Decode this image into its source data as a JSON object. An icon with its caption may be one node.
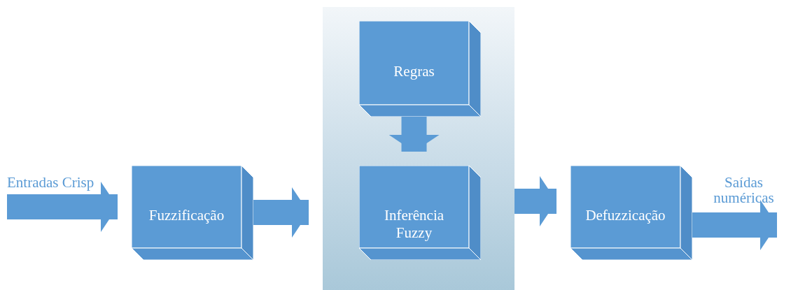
{
  "diagram": {
    "nodes": [
      {
        "text": [],
        "shape": "box"
      },
      {
        "text": [
          "Fuzzificação"
        ]
      },
      {
        "text": [
          "Regras"
        ],
        "in": 0
      },
      {
        "text": [
          "Inferência Fuzzy"
        ],
        "in": 0
      },
      {
        "text": [
          "Defuzzicação"
        ]
      }
    ],
    "edges": [
      {
        "from": null,
        "to": 1,
        "arrow": "to",
        "label": "Entradas Crisp"
      },
      {
        "from": 1,
        "to": 0,
        "arrow": "to"
      },
      {
        "from": 2,
        "to": 3,
        "arrow": "to"
      },
      {
        "from": 0,
        "to": 4,
        "arrow": "to"
      },
      {
        "from": 4,
        "to": null,
        "arrow": "to",
        "label": "Saídas numéricas"
      }
    ]
  }
}
